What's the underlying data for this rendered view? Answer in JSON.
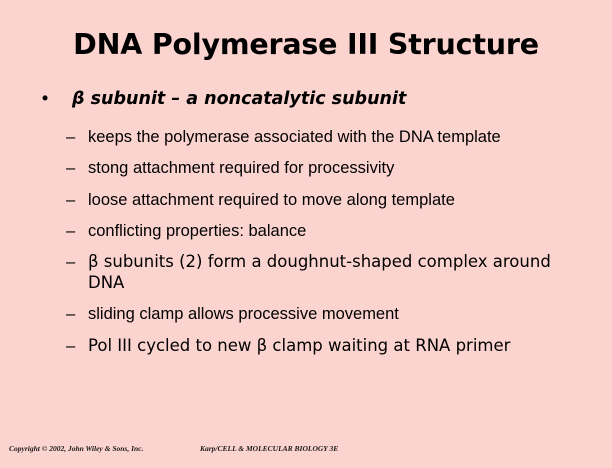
{
  "slide": {
    "background_color": "#FCD4CF",
    "text_color": "#000000",
    "title": "DNA Polymerase III Structure",
    "bullets": [
      {
        "level": 1,
        "marker": "•",
        "text": "β subunit – a noncatalytic subunit"
      },
      {
        "level": 2,
        "marker": "–",
        "text": "keeps the polymerase associated with the DNA template"
      },
      {
        "level": 2,
        "marker": "–",
        "text": "stong attachment required for processivity"
      },
      {
        "level": 2,
        "marker": "–",
        "text": "loose attachment required to move along template"
      },
      {
        "level": 2,
        "marker": "–",
        "text": "conflicting properties: balance"
      },
      {
        "level": 2,
        "marker": "–",
        "text": " β subunits (2) form a doughnut-shaped complex around DNA"
      },
      {
        "level": 2,
        "marker": "–",
        "text": "sliding clamp allows processive movement"
      },
      {
        "level": 2,
        "marker": "–",
        "text": "Pol III cycled to new β clamp waiting at RNA primer"
      }
    ],
    "footer": {
      "copyright": "Copyright © 2002, John Wiley & Sons, Inc.",
      "source": "Karp/CELL & MOLECULAR BIOLOGY 3E"
    }
  }
}
